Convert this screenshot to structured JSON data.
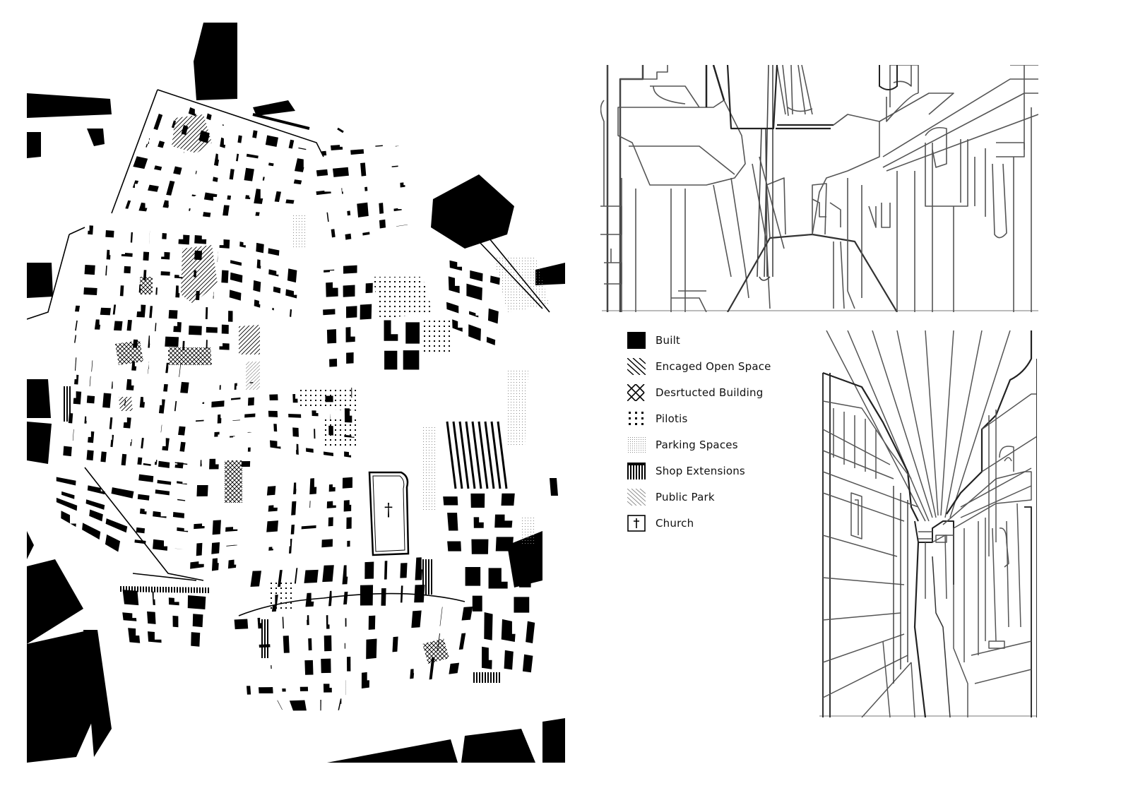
{
  "legend": {
    "items": [
      {
        "key": "built",
        "label": "Built"
      },
      {
        "key": "engaged-open-space",
        "label": "Encaged Open Space"
      },
      {
        "key": "destructed-building",
        "label": "Desrtucted Building"
      },
      {
        "key": "pilotis",
        "label": "Pilotis"
      },
      {
        "key": "parking-spaces",
        "label": "Parking Spaces"
      },
      {
        "key": "shop-extensions",
        "label": "Shop Extensions"
      },
      {
        "key": "public-park",
        "label": "Public Park"
      },
      {
        "key": "church",
        "label": "Church"
      }
    ]
  },
  "map": {
    "church_glyph": "†"
  },
  "colors": {
    "built": "#000000",
    "background": "#ffffff",
    "sketch_line": "#555555",
    "parking": "#9a9a9a"
  }
}
